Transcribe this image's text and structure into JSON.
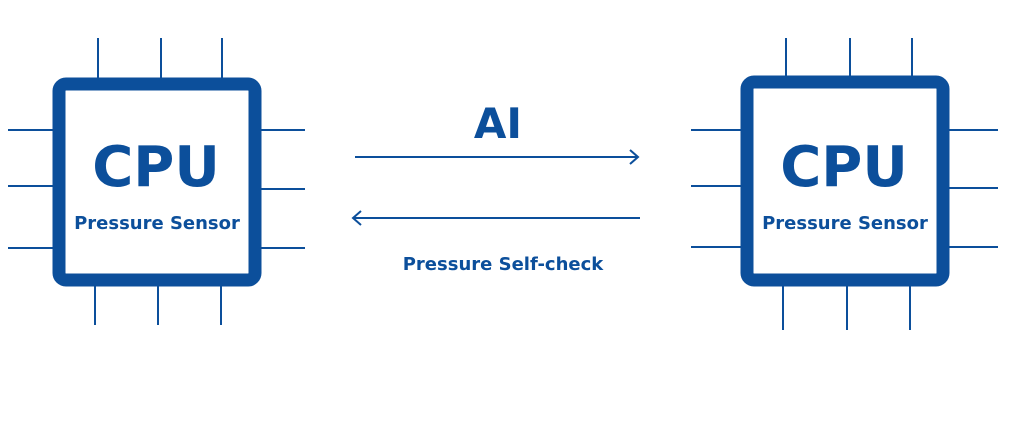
{
  "colors": {
    "primary": "#0c4f9b",
    "background": "#ffffff"
  },
  "chips": [
    {
      "title": "CPU",
      "subtitle": "Pressure Sensor"
    },
    {
      "title": "CPU",
      "subtitle": "Pressure Sensor"
    }
  ],
  "arrows": {
    "forward_label": "AI",
    "backward_label": "Pressure Self-check"
  }
}
